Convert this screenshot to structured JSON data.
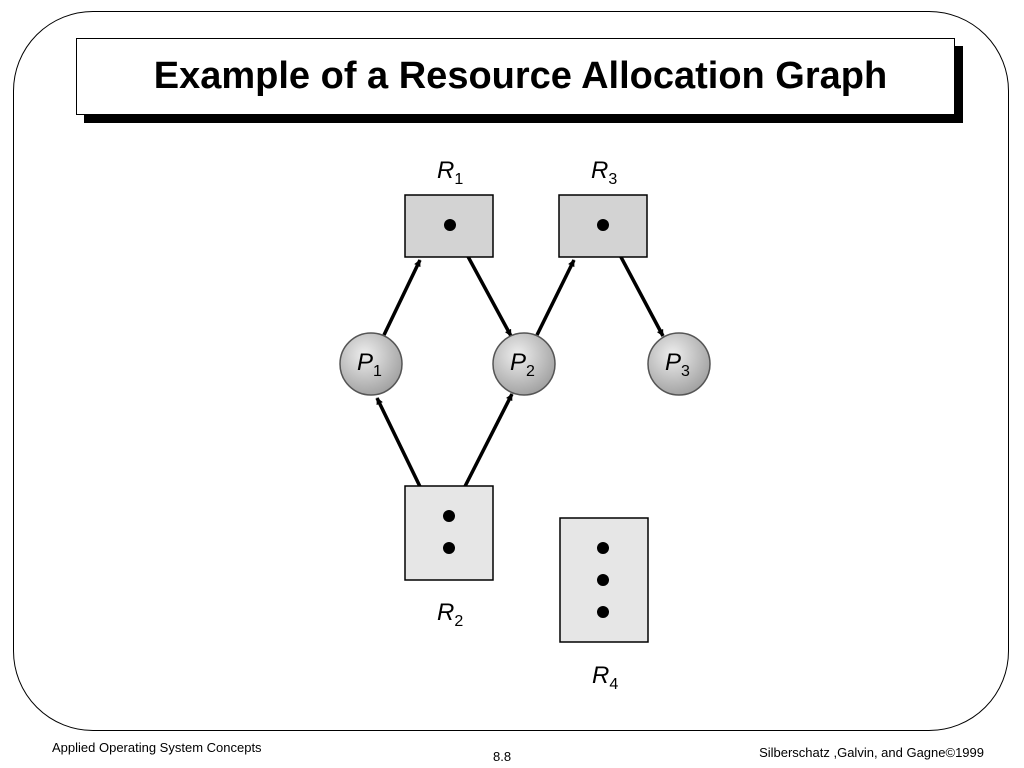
{
  "title": "Example of a Resource Allocation Graph",
  "footer": {
    "course": "Applied Operating System Concepts",
    "page": "8.8",
    "authors": "Silberschatz ,Galvin, and Gagne©1999"
  },
  "graph": {
    "processes": [
      {
        "id": "P1",
        "letter": "P",
        "sub": "1"
      },
      {
        "id": "P2",
        "letter": "P",
        "sub": "2"
      },
      {
        "id": "P3",
        "letter": "P",
        "sub": "3"
      }
    ],
    "resources": [
      {
        "id": "R1",
        "letter": "R",
        "sub": "1",
        "instances": 1
      },
      {
        "id": "R2",
        "letter": "R",
        "sub": "2",
        "instances": 2
      },
      {
        "id": "R3",
        "letter": "R",
        "sub": "3",
        "instances": 1
      },
      {
        "id": "R4",
        "letter": "R",
        "sub": "4",
        "instances": 3
      }
    ],
    "edges": [
      {
        "from": "P1",
        "to": "R1",
        "kind": "request"
      },
      {
        "from": "R1",
        "to": "P2",
        "kind": "assignment"
      },
      {
        "from": "P2",
        "to": "R3",
        "kind": "request"
      },
      {
        "from": "R3",
        "to": "P3",
        "kind": "assignment"
      },
      {
        "from": "R2",
        "to": "P1",
        "kind": "assignment"
      },
      {
        "from": "R2",
        "to": "P2",
        "kind": "assignment"
      }
    ],
    "colors": {
      "resource_fill_top": "#d3d3d3",
      "resource_fill_bottom": "#e8e8e8",
      "process_fill": "#c8c8c8",
      "stroke": "#000000"
    }
  }
}
